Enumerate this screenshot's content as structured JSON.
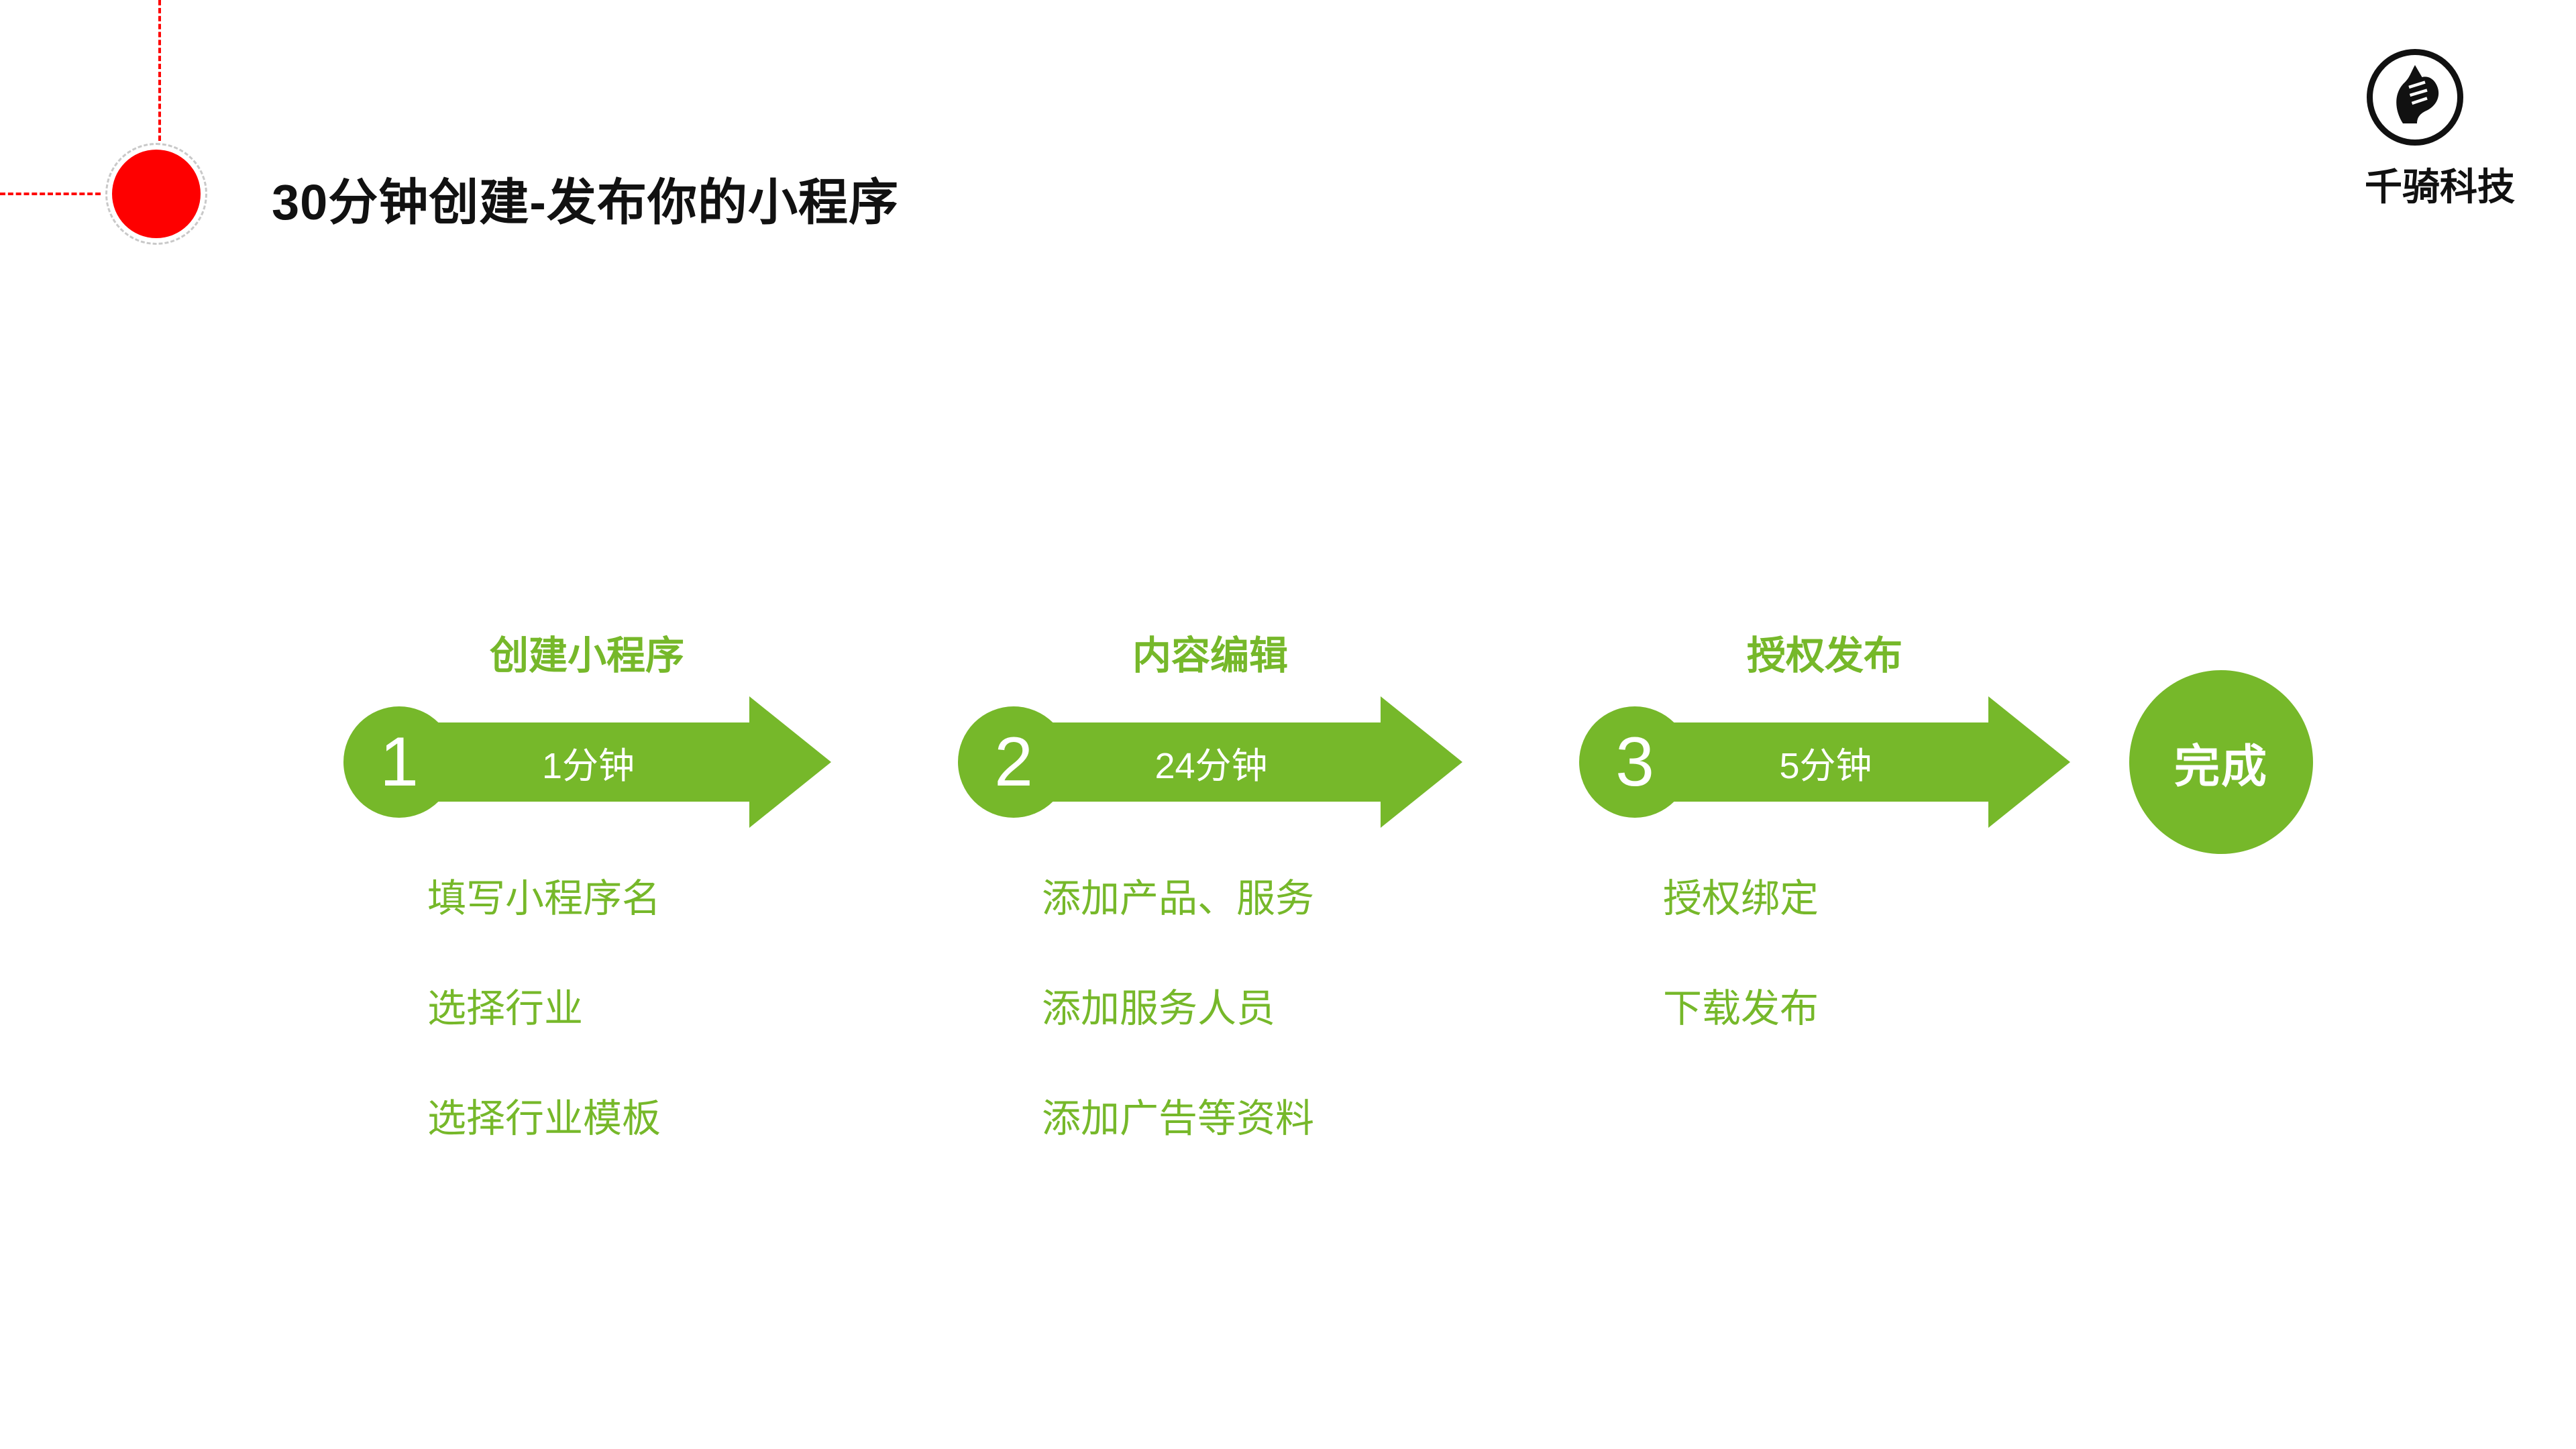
{
  "slide": {
    "title": "30分钟创建-发布你的小程序",
    "logo_text": "千骑科技"
  },
  "colors": {
    "green": "#76B82A",
    "red": "#FE0000",
    "ink": "#111111"
  },
  "steps": [
    {
      "number": "1",
      "heading": "创建小程序",
      "duration": "1分钟",
      "items": [
        "填写小程序名",
        "选择行业",
        "选择行业模板"
      ]
    },
    {
      "number": "2",
      "heading": "内容编辑",
      "duration": "24分钟",
      "items": [
        "添加产品、服务",
        "添加服务人员",
        "添加广告等资料"
      ]
    },
    {
      "number": "3",
      "heading": "授权发布",
      "duration": "5分钟",
      "items": [
        "授权绑定",
        "下载发布"
      ]
    }
  ],
  "finish": {
    "label": "完成"
  }
}
